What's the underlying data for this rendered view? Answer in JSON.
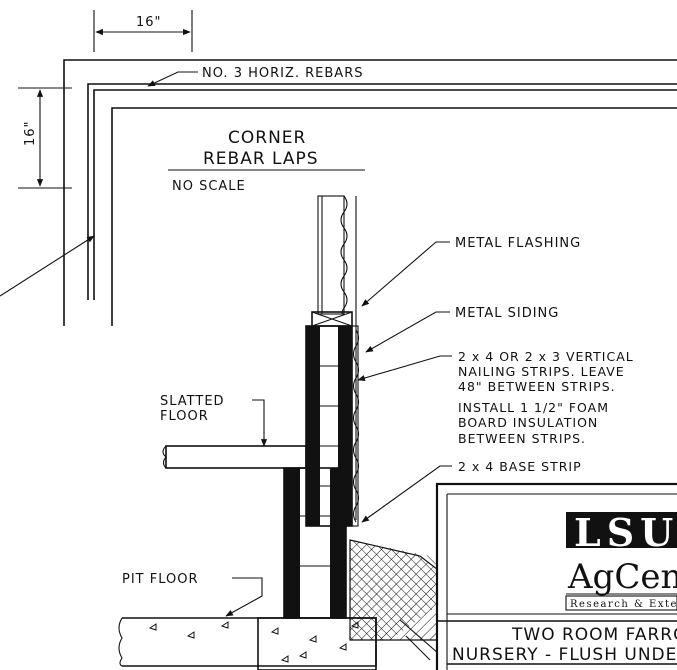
{
  "corner_detail": {
    "width_dim": "16\"",
    "height_dim": "16\"",
    "rebar_label": "NO. 3  HORIZ. REBARS",
    "title_line1": "CORNER",
    "title_line2": "REBAR LAPS",
    "scale_note": "NO SCALE"
  },
  "wall_section": {
    "metal_flashing": "METAL FLASHING",
    "metal_siding": "METAL SIDING",
    "nailing_strips_lines": [
      "2 x 4  OR  2 x 3  VERTICAL",
      "NAILING STRIPS. LEAVE",
      "48\"  BETWEEN STRIPS.",
      "INSTALL  1 1/2\"  FOAM",
      "BOARD INSULATION",
      "BETWEEN STRIPS."
    ],
    "base_strip": "2 x 4  BASE STRIP",
    "slatted_floor_line1": "SLATTED",
    "slatted_floor_line2": "FLOOR",
    "pit_floor": "PIT FLOOR"
  },
  "title_block": {
    "logo_top": "LSU",
    "logo_main": "AgCenter",
    "logo_sub": "Research & Extension",
    "title_line1": "TWO ROOM FARROWING",
    "title_line2": "NURSERY - FLUSH UNDER"
  }
}
